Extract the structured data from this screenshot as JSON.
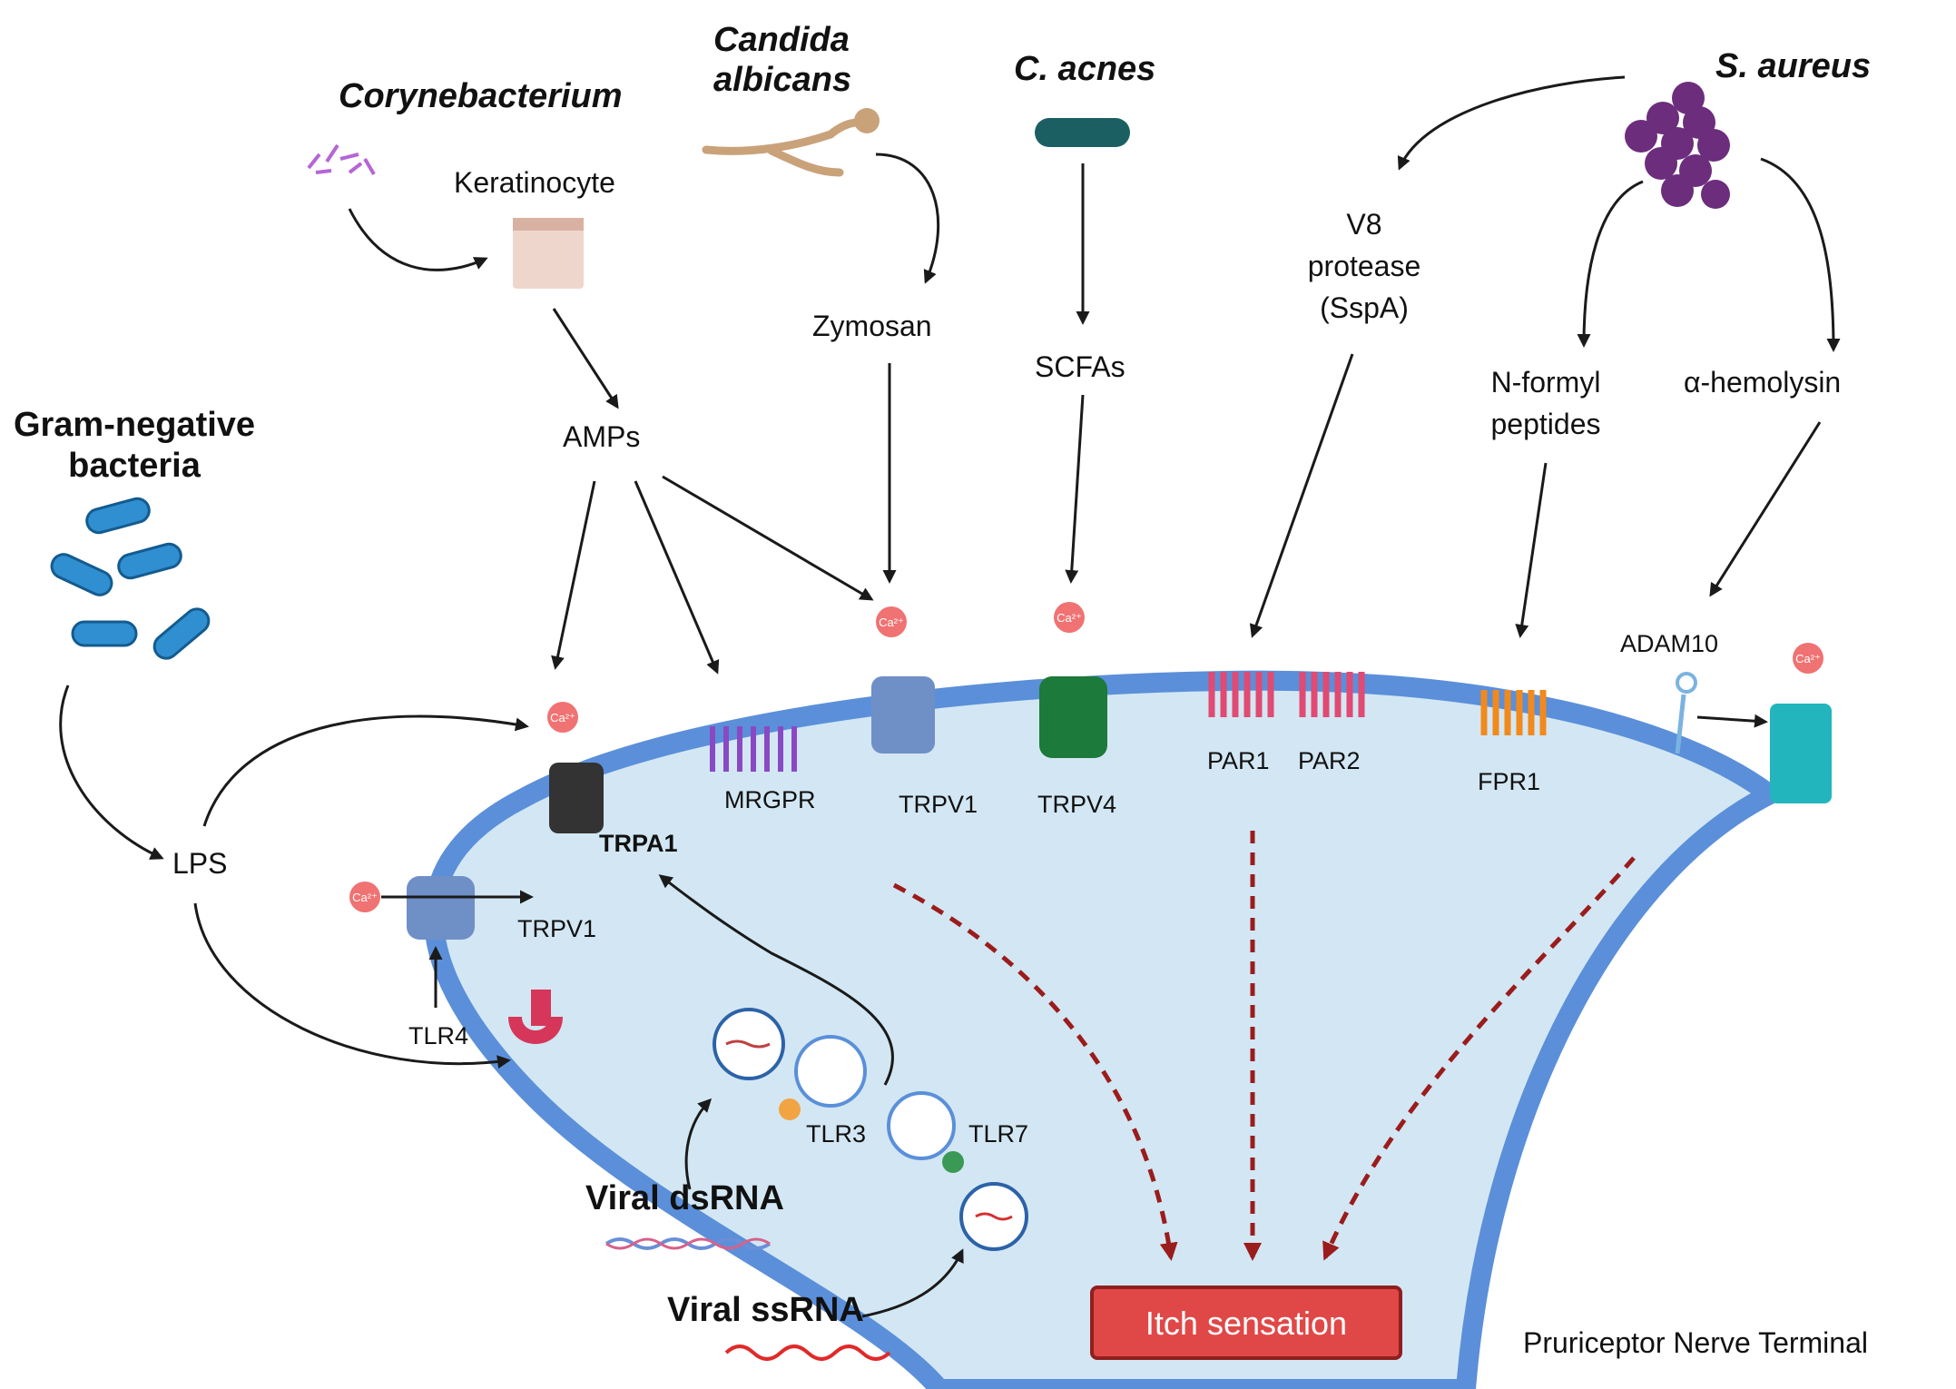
{
  "organisms": {
    "corynebacterium": "Corynebacterium",
    "candida": [
      "Candida",
      "albicans"
    ],
    "cacnes": "C. acnes",
    "saureus": "S. aureus",
    "gram_negative": [
      "Gram-negative",
      "bacteria"
    ],
    "viral_dsrna": "Viral dsRNA",
    "viral_ssrna": "Viral ssRNA"
  },
  "mediators": {
    "keratinocyte": "Keratinocyte",
    "amps": "AMPs",
    "zymosan": "Zymosan",
    "scfas": "SCFAs",
    "v8": [
      "V8",
      "protease",
      "(SspA)"
    ],
    "nformyl": [
      "N-formyl",
      "peptides"
    ],
    "hemolysin": "α-hemolysin",
    "lps": "LPS"
  },
  "receptors": {
    "trpa1": "TRPA1",
    "mrgpr": "MRGPR",
    "trpv1_top": "TRPV1",
    "trpv4": "TRPV4",
    "par1": "PAR1",
    "par2": "PAR2",
    "fpr1": "FPR1",
    "adam10": "ADAM10",
    "trpv1_left": "TRPV1",
    "tlr4": "TLR4",
    "tlr3": "TLR3",
    "tlr7": "TLR7"
  },
  "calcium_label": "Ca²⁺",
  "outcome": "Itch sensation",
  "terminal_label": "Pruriceptor Nerve Terminal",
  "colors": {
    "membrane": "#5b8fd9",
    "cytoplasm": "#d2e7f3",
    "itch_box": "#e04848",
    "calcium": "#f07272",
    "dashed_arrow": "#9b1c1c"
  }
}
